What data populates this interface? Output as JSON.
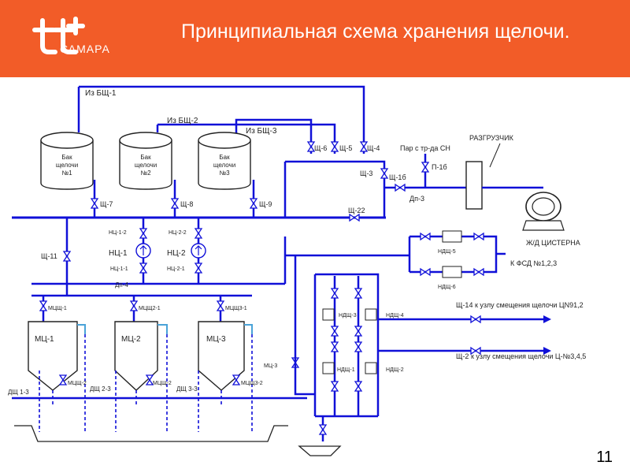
{
  "header": {
    "title": "Принципиальная схема хранения щелочи.",
    "logo_text": "САМАРА",
    "banner_color": "#f25c28"
  },
  "page_number": "11",
  "colors": {
    "pipe": "#1010d8",
    "outline": "#222222",
    "accent": "#4aa3d8"
  },
  "tanks": [
    {
      "label_line1": "Бак",
      "label_line2": "щелочи",
      "label_line3": "№1",
      "valve": "Щ-7"
    },
    {
      "label_line1": "Бак",
      "label_line2": "щелочи",
      "label_line3": "№2",
      "valve": "Щ-8"
    },
    {
      "label_line1": "Бак",
      "label_line2": "щелочи",
      "label_line3": "№3",
      "valve": "Щ-9"
    }
  ],
  "inlets": {
    "from1": "Из БЩ-1",
    "from2": "Из БЩ-2",
    "from3": "Из БЩ-3"
  },
  "valves_top": {
    "v6": "Щ-6",
    "v5": "Щ-5",
    "v4": "Щ-4",
    "v3": "Щ-3",
    "v1b": "Щ-1б",
    "v22": "Щ-22",
    "v11": "Щ-11"
  },
  "steam": {
    "label": "Пар с тр-да СН",
    "valve": "П-1б",
    "drain": "Дп-3"
  },
  "unloader": "РАЗГРУЗЧИК",
  "rail_tank": "Ж/Д ЦИСТЕРНА",
  "pumps": {
    "p1": "НЦ-1",
    "p1_in": "НЦ-1-2",
    "p1_out": "НЦ-1-1",
    "p2": "НЦ-2",
    "p2_in": "НЦ-2-2",
    "p2_out": "НЦ-2-1",
    "drain4": "Дп-4"
  },
  "dosing": {
    "ndsch5": "НДЩ-5",
    "ndsch6": "НДЩ-6",
    "to_fsd": "К ФСД №1,2,3",
    "ndsch3": "НДЩ-3",
    "ndsch4": "НДЩ-4",
    "ndsch1": "НДЩ-1",
    "ndsch2": "НДЩ-2",
    "line14": "Щ-14 к узлу смещения щелочи ЦN91,2",
    "line2": "Щ-2 к узлу смещения щелочи Ц-№3,4,5"
  },
  "mixers": [
    {
      "label": "МЦ-1",
      "inlet": "МЦЩ-1",
      "outlet": "МЦЩ-2",
      "drain": "ДЩ 1-3"
    },
    {
      "label": "МЦ-2",
      "inlet": "МЦЩ2-1",
      "outlet": "МЦЩ-2",
      "drain": "ДЩ 2-3"
    },
    {
      "label": "МЦ-3",
      "inlet": "МЦЩ3-1",
      "outlet": "МЦЩ3-2",
      "drain": "ДЩ 3-3"
    }
  ],
  "msch3": "МЦ-3"
}
